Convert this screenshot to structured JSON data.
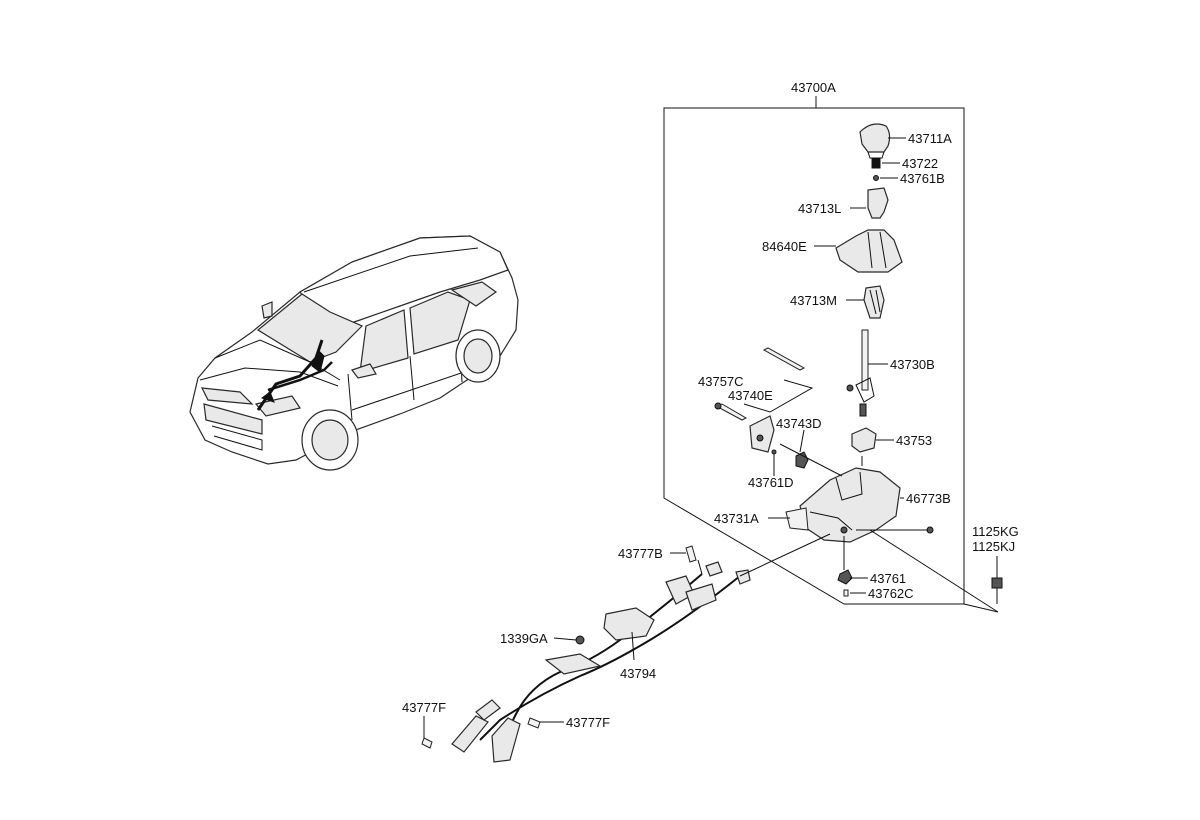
{
  "diagram": {
    "assembly": {
      "part_number": "43700A"
    },
    "labels": [
      {
        "key": "l_43711A",
        "text": "43711A"
      },
      {
        "key": "l_43722",
        "text": "43722"
      },
      {
        "key": "l_43761B",
        "text": "43761B"
      },
      {
        "key": "l_43713L",
        "text": "43713L"
      },
      {
        "key": "l_84640E",
        "text": "84640E"
      },
      {
        "key": "l_43713M",
        "text": "43713M"
      },
      {
        "key": "l_43730B",
        "text": "43730B"
      },
      {
        "key": "l_43757C",
        "text": "43757C"
      },
      {
        "key": "l_43740E",
        "text": "43740E"
      },
      {
        "key": "l_43743D",
        "text": "43743D"
      },
      {
        "key": "l_43753",
        "text": "43753"
      },
      {
        "key": "l_43761D",
        "text": "43761D"
      },
      {
        "key": "l_46773B",
        "text": "46773B"
      },
      {
        "key": "l_43731A",
        "text": "43731A"
      },
      {
        "key": "l_1125KG",
        "text": "1125KG"
      },
      {
        "key": "l_1125KJ",
        "text": "1125KJ"
      },
      {
        "key": "l_43777B",
        "text": "43777B"
      },
      {
        "key": "l_43761",
        "text": "43761"
      },
      {
        "key": "l_43762C",
        "text": "43762C"
      },
      {
        "key": "l_1339GA",
        "text": "1339GA"
      },
      {
        "key": "l_43794",
        "text": "43794"
      },
      {
        "key": "l_43777F_left",
        "text": "43777F"
      },
      {
        "key": "l_43777F_right",
        "text": "43777F"
      }
    ]
  }
}
